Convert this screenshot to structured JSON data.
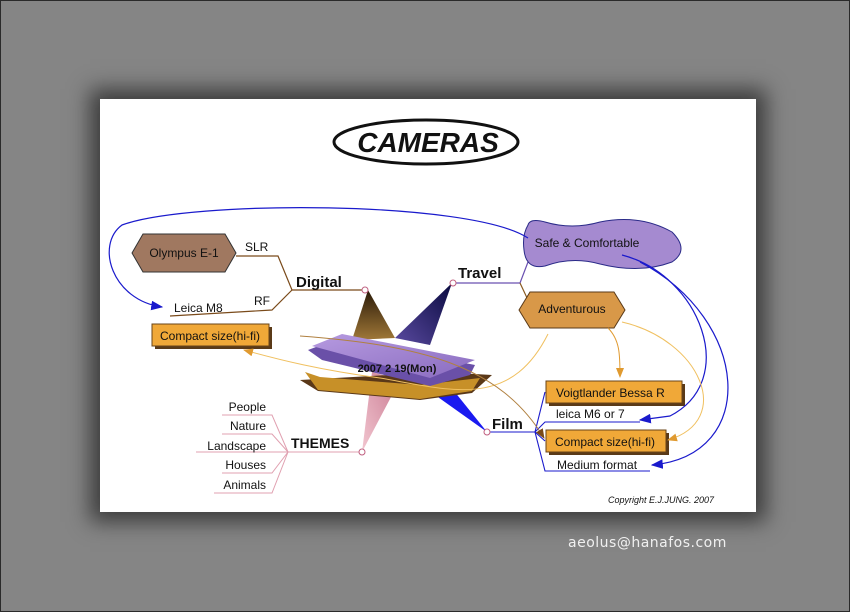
{
  "title": "CAMERAS",
  "center_label": "2007 2 19(Mon)",
  "branches": {
    "digital": "Digital",
    "travel": "Travel",
    "themes": "THEMES",
    "film": "Film"
  },
  "digital_items": {
    "slr": "SLR",
    "rf": "RF",
    "olympus": "Olympus E-1",
    "leica_m8": "Leica M8",
    "compact": "Compact size(hi-fi)"
  },
  "travel_items": {
    "safe": "Safe & Comfortable",
    "adventurous": "Adventurous"
  },
  "themes_items": [
    "People",
    "Nature",
    "Landscape",
    "Houses",
    "Animals"
  ],
  "film_items": {
    "voigtlander": "Voigtlander Bessa R",
    "leica_m6": "leica M6 or 7",
    "compact": "Compact size(hi-fi)",
    "medium": "Medium format"
  },
  "copyright": "Copyright E.J.JUNG. 2007",
  "watermark": "aeolus@hanafos.com",
  "colors": {
    "background": "#858585",
    "card": "#ffffff",
    "brown_node": "#a07860",
    "purple_node": "#a58ad0",
    "orange_node": "#d89848",
    "orange_box": "#f0a838",
    "blue_arrow": "#1a1acc",
    "pink_line": "#e0a0b0",
    "brown_line": "#7a4a1a"
  }
}
